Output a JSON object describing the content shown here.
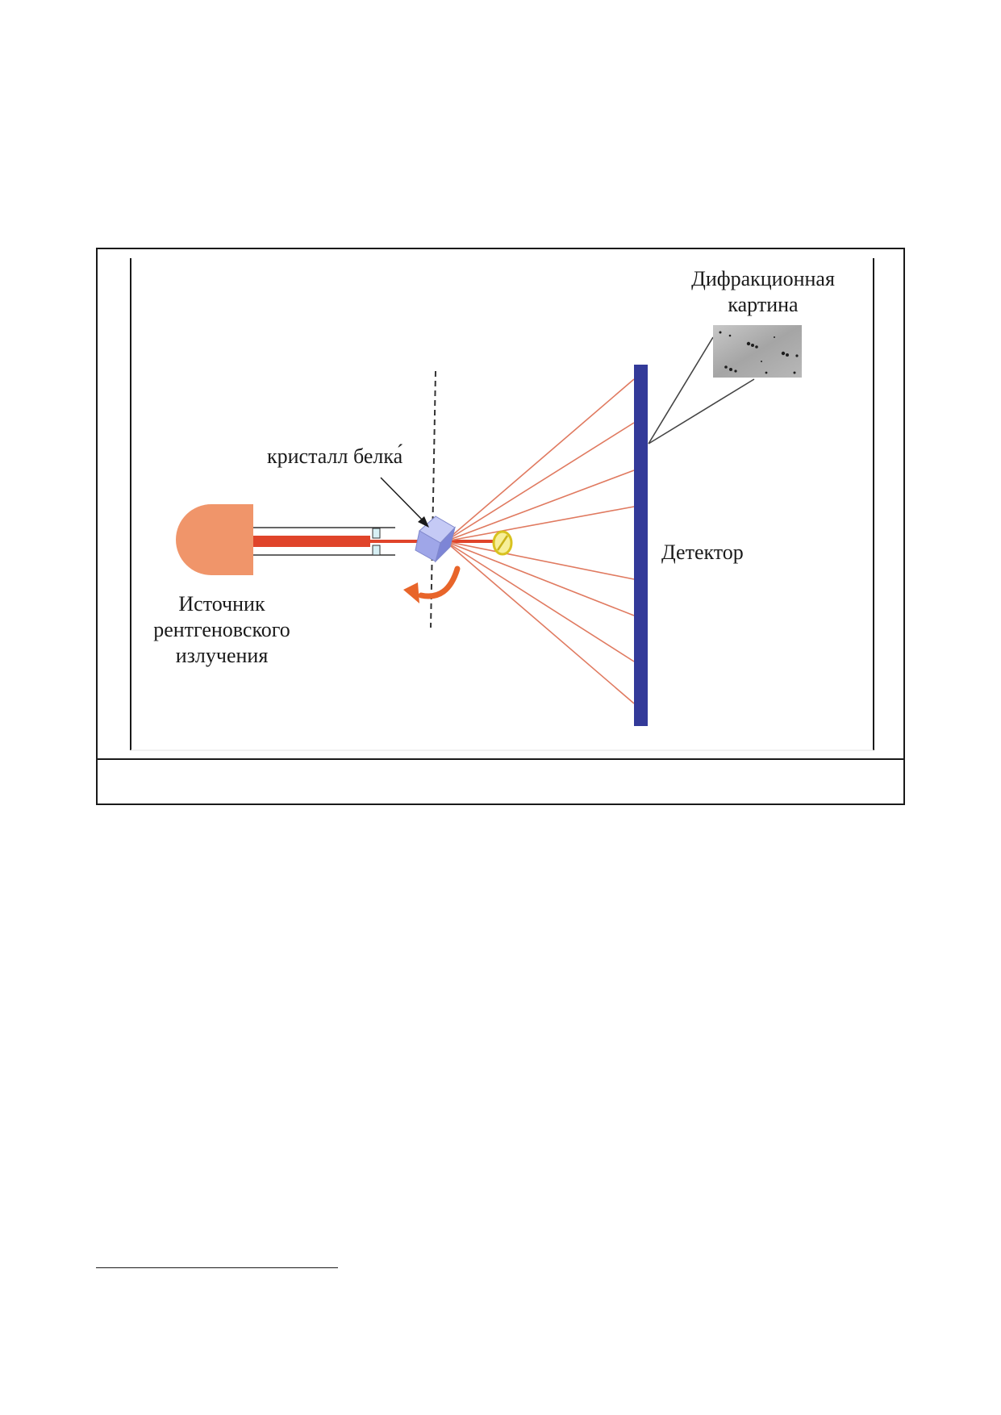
{
  "diagram": {
    "labels": {
      "diffraction_pattern_line1": "Дифракционная",
      "diffraction_pattern_line2": "картина",
      "crystal": "кристалл белка́",
      "detector": "Детектор",
      "source_line1": "Источник",
      "source_line2": "рентгеновского",
      "source_line3": "излучения"
    },
    "colors": {
      "source": "#f0956a",
      "beam": "#e0442a",
      "rays": "#e07a60",
      "detector": "#333a99",
      "crystal": "#9fa6e8",
      "rotation_arrow": "#e8652a",
      "beam_stop": "#f2e24a"
    },
    "caption": ""
  }
}
